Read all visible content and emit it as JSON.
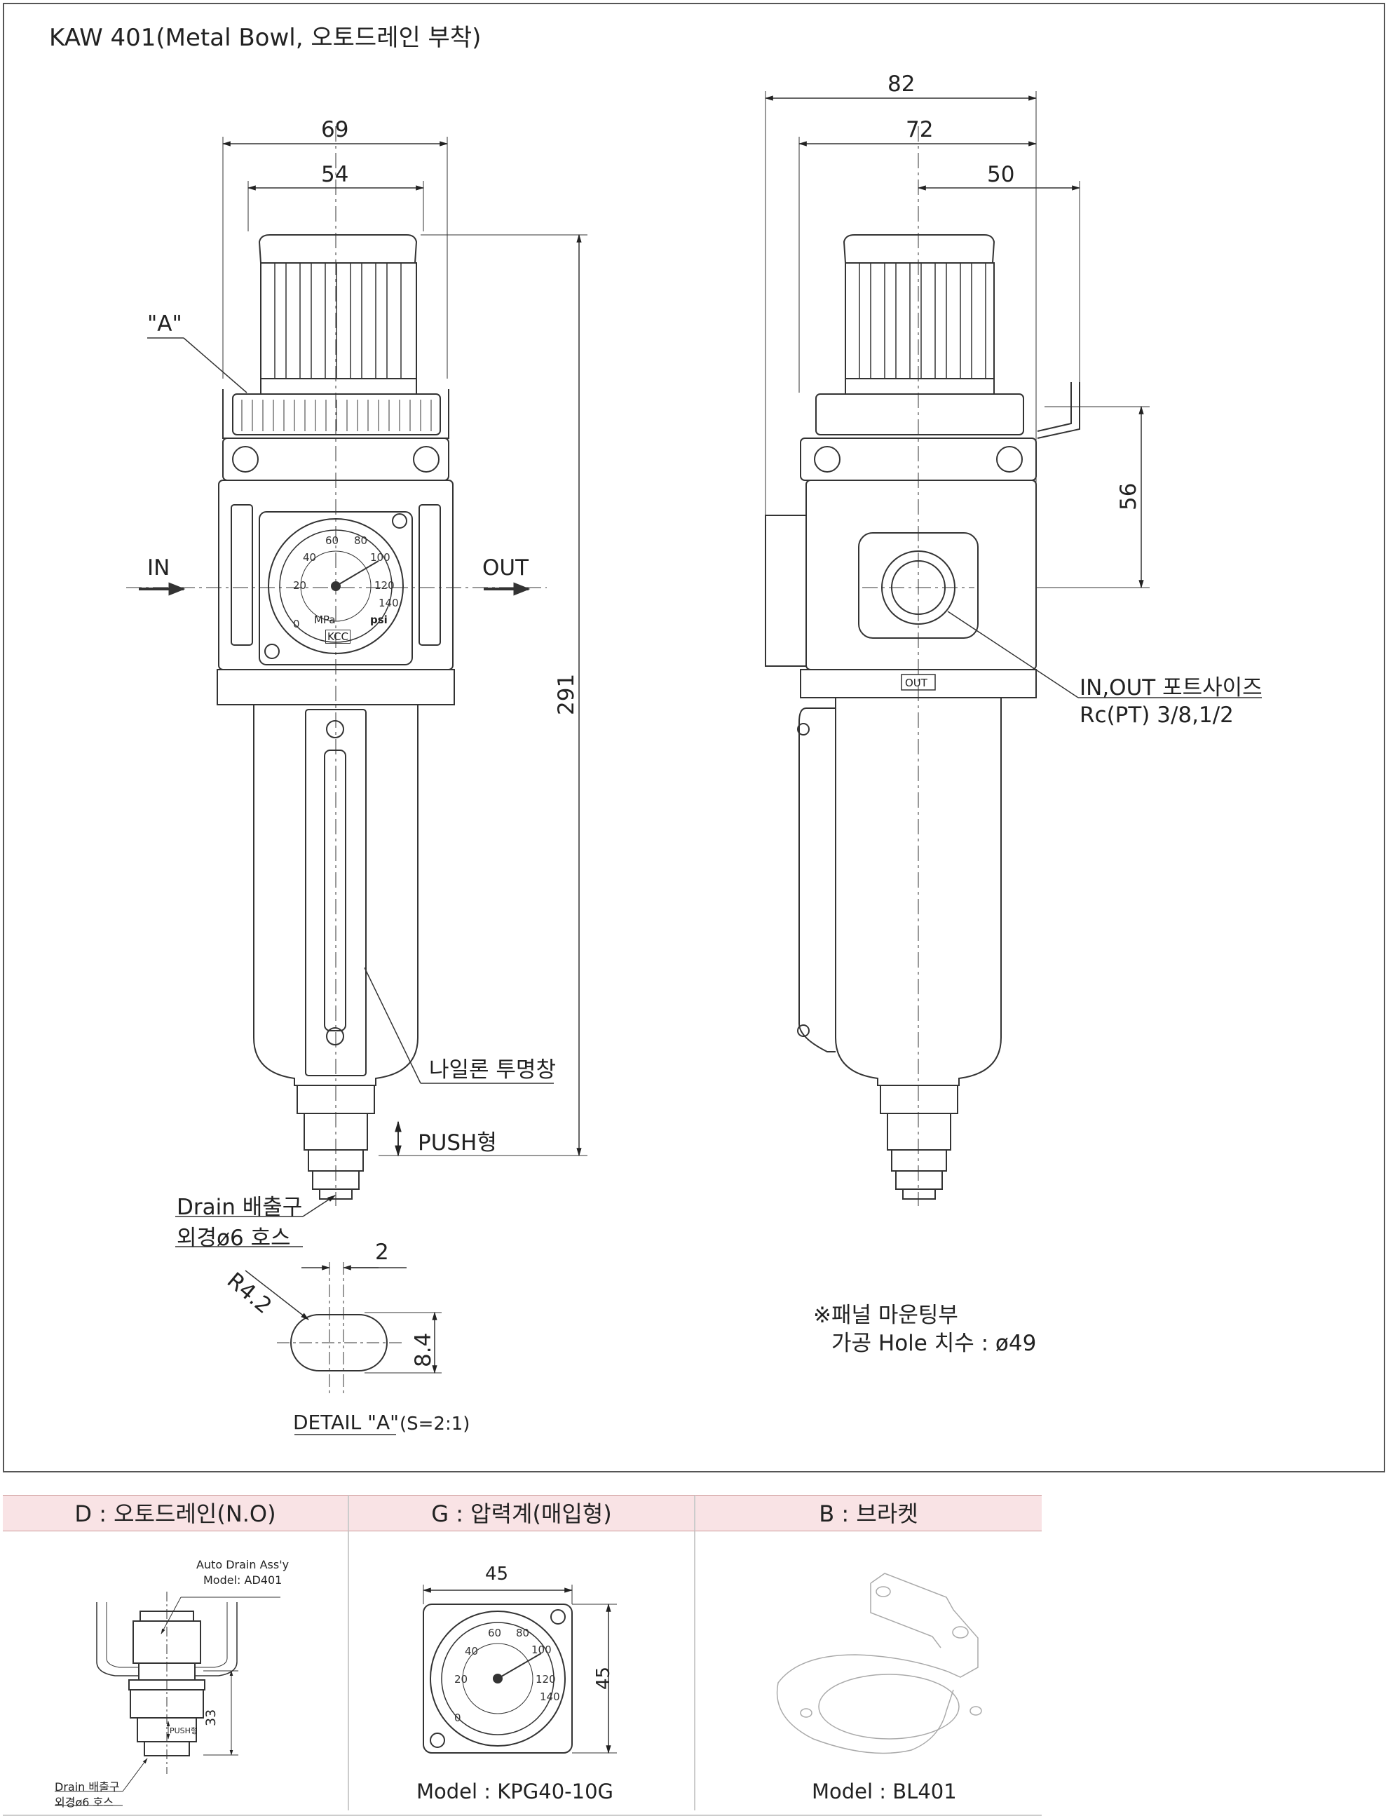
{
  "title": "KAW 401(Metal Bowl, 오토드레인 부착)",
  "front_view": {
    "dim_69": "69",
    "dim_54": "54",
    "dim_291": "291",
    "label_a": "\"A\"",
    "in": "IN",
    "out": "OUT",
    "nylon_window": "나일론 투명창",
    "push": "PUSH형",
    "drain": "Drain 배출구",
    "hose": "외경ø6 호스"
  },
  "side_view": {
    "dim_82": "82",
    "dim_72": "72",
    "dim_50": "50",
    "dim_56": "56",
    "port_size": "IN,OUT 포트사이즈",
    "port_thread": "Rc(PT) 3/8,1/2",
    "out_tag": "OUT"
  },
  "gauge": {
    "mpa": "MPa",
    "psi": "psi",
    "brand": "KCC"
  },
  "detail": {
    "r": "R4.2",
    "w": "2",
    "h": "8.4",
    "caption": "DETAIL  \"A\"",
    "scale": "(S=2:1)"
  },
  "panel_note": {
    "line1": "※패널 마운팅부",
    "line2": "가공 Hole 치수 : ø49"
  },
  "options": [
    {
      "header": "D : 오토드레인(N.O)",
      "model_label": "Auto Drain Ass'y",
      "model": "Model: AD401",
      "dim": "33",
      "push": "PUSH형",
      "drain": "Drain 배출구",
      "hose": "외경ø6 호스"
    },
    {
      "header": "G : 압력계(매입형)",
      "caption": "Model : KPG40-10G",
      "dim_w": "45",
      "dim_h": "45"
    },
    {
      "header": "B : 브라켓",
      "caption": "Model : BL401"
    }
  ]
}
